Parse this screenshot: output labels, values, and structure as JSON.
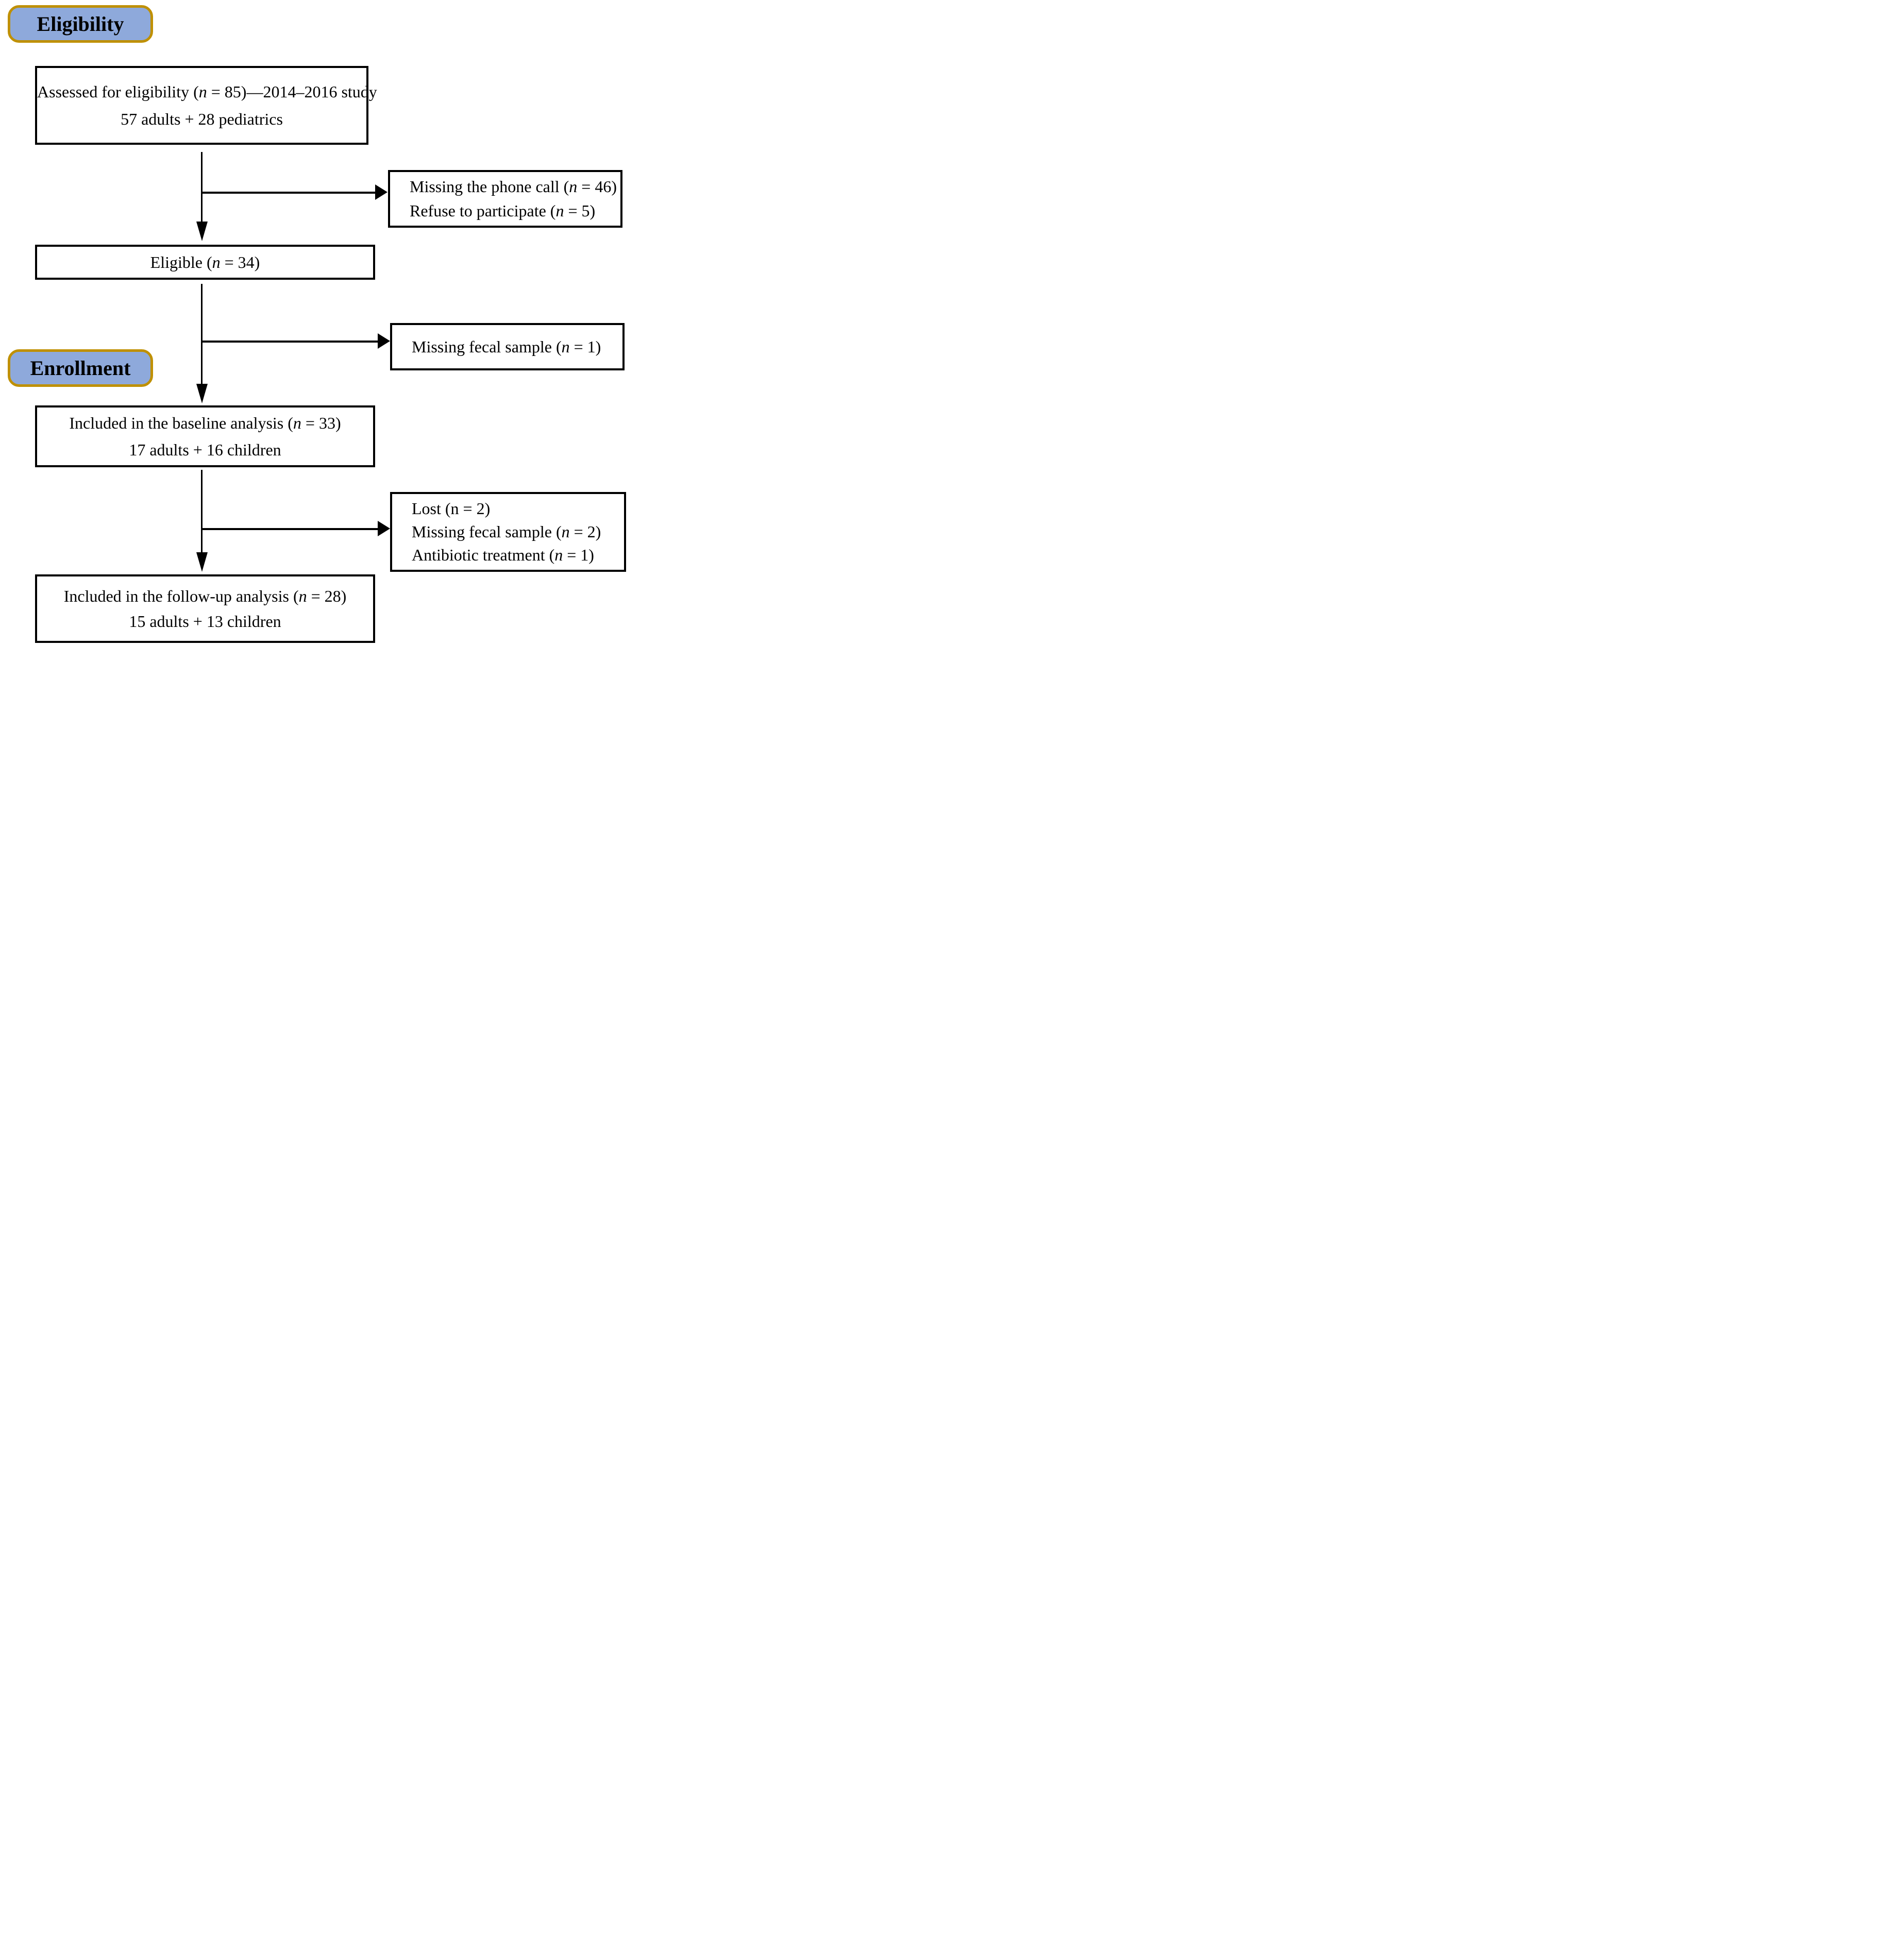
{
  "colors": {
    "label_fill": "#8EA9DB",
    "label_border": "#BF9000",
    "box_border": "#000000",
    "line": "#000000",
    "text": "#000000",
    "background": "#FFFFFF"
  },
  "labels": {
    "eligibility": "Eligibility",
    "enrollment": "Enrollment"
  },
  "boxes": {
    "assessed": {
      "lines": [
        {
          "pre": "Assessed for eligibility (",
          "it": "n",
          "post": " = 85)—2014–2016 study"
        },
        {
          "pre": "57 adults + 28 pediatrics",
          "it": "",
          "post": ""
        }
      ]
    },
    "excluded1": {
      "lines": [
        {
          "pre": "Missing the phone call (",
          "it": "n",
          "post": " = 46)"
        },
        {
          "pre": "Refuse to participate (",
          "it": "n",
          "post": " = 5)"
        }
      ]
    },
    "eligible": {
      "lines": [
        {
          "pre": "Eligible (",
          "it": "n",
          "post": " = 34)"
        }
      ]
    },
    "excluded2": {
      "lines": [
        {
          "pre": "Missing fecal sample (",
          "it": "n",
          "post": " = 1)"
        }
      ]
    },
    "baseline": {
      "lines": [
        {
          "pre": "Included in the baseline analysis (",
          "it": "n",
          "post": " = 33)"
        },
        {
          "pre": "17 adults + 16 children",
          "it": "",
          "post": ""
        }
      ]
    },
    "excluded3": {
      "lines": [
        {
          "pre": "Lost (n = 2)",
          "it": "",
          "post": ""
        },
        {
          "pre": "Missing fecal sample (",
          "it": "n",
          "post": " = 2)"
        },
        {
          "pre": "Antibiotic treatment (",
          "it": "n",
          "post": " = 1)"
        }
      ]
    },
    "followup": {
      "lines": [
        {
          "pre": "Included in the follow-up analysis (",
          "it": "n",
          "post": " = 28)"
        },
        {
          "pre": "15 adults + 13 children",
          "it": "",
          "post": ""
        }
      ]
    }
  }
}
